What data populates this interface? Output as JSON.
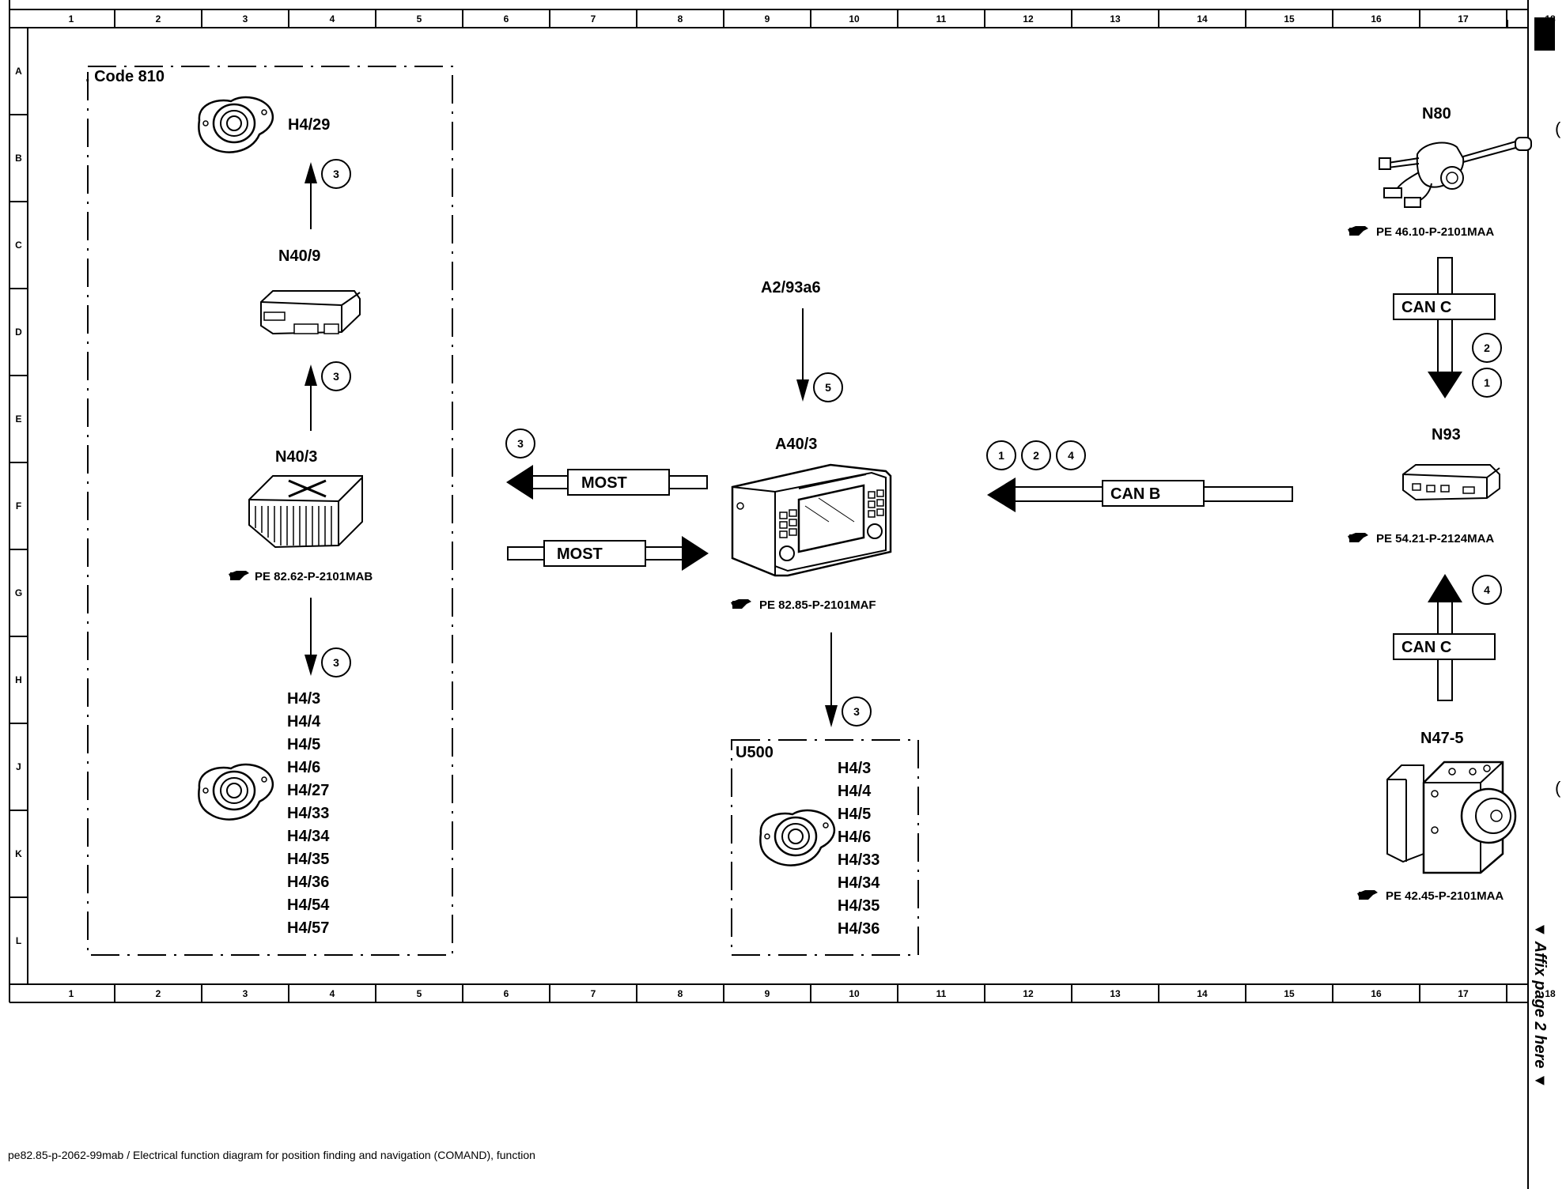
{
  "frame": {
    "columns": [
      "1",
      "2",
      "3",
      "4",
      "5",
      "6",
      "7",
      "8",
      "9",
      "10",
      "11",
      "12",
      "13",
      "14",
      "15",
      "16",
      "17",
      "18"
    ],
    "rows": [
      "A",
      "B",
      "C",
      "D",
      "E",
      "F",
      "G",
      "H",
      "J",
      "K",
      "L"
    ]
  },
  "left_group": {
    "code_label": ". Code 810",
    "top_speaker": "H4/29",
    "n40_9": "N40/9",
    "n40_3": "N40/3",
    "n40_3_ref": "PE 82.62-P-2101MAB",
    "speaker_list": [
      "H4/3",
      "H4/4",
      "H4/5",
      "H4/6",
      "H4/27",
      "H4/33",
      "H4/34",
      "H4/35",
      "H4/36",
      "H4/54",
      "H4/57"
    ],
    "arrow_nums": [
      "3",
      "3",
      "3"
    ]
  },
  "center": {
    "a2_93a6": "A2/93a6",
    "a2_num": "5",
    "a40_3": "A40/3",
    "a40_3_ref": "PE 82.85-P-2101MAF",
    "most_out": "MOST",
    "most_in": "MOST",
    "most_out_num": "3",
    "down_num": "3",
    "u500_label": "U500",
    "u500_list": [
      "H4/3",
      "H4/4",
      "H4/5",
      "H4/6",
      "H4/33",
      "H4/34",
      "H4/35",
      "H4/36"
    ]
  },
  "can_b": {
    "label": "CAN B",
    "nums": [
      "1",
      "2",
      "4"
    ]
  },
  "right": {
    "n80": "N80",
    "n80_ref": "PE 46.10-P-2101MAA",
    "can_c_top": "CAN C",
    "can_c_top_nums": [
      "2",
      "1"
    ],
    "n93": "N93",
    "n93_ref": "PE 54.21-P-2124MAA",
    "can_c_bottom": "CAN C",
    "can_c_bottom_num": "4",
    "n47_5": "N47-5",
    "n47_5_ref": "PE 42.45-P-2101MAA"
  },
  "affix": "▼ Affix page 2 here ▼",
  "footer": "pe82.85-p-2062-99mab / Electrical function diagram for position finding and navigation (COMAND), function"
}
